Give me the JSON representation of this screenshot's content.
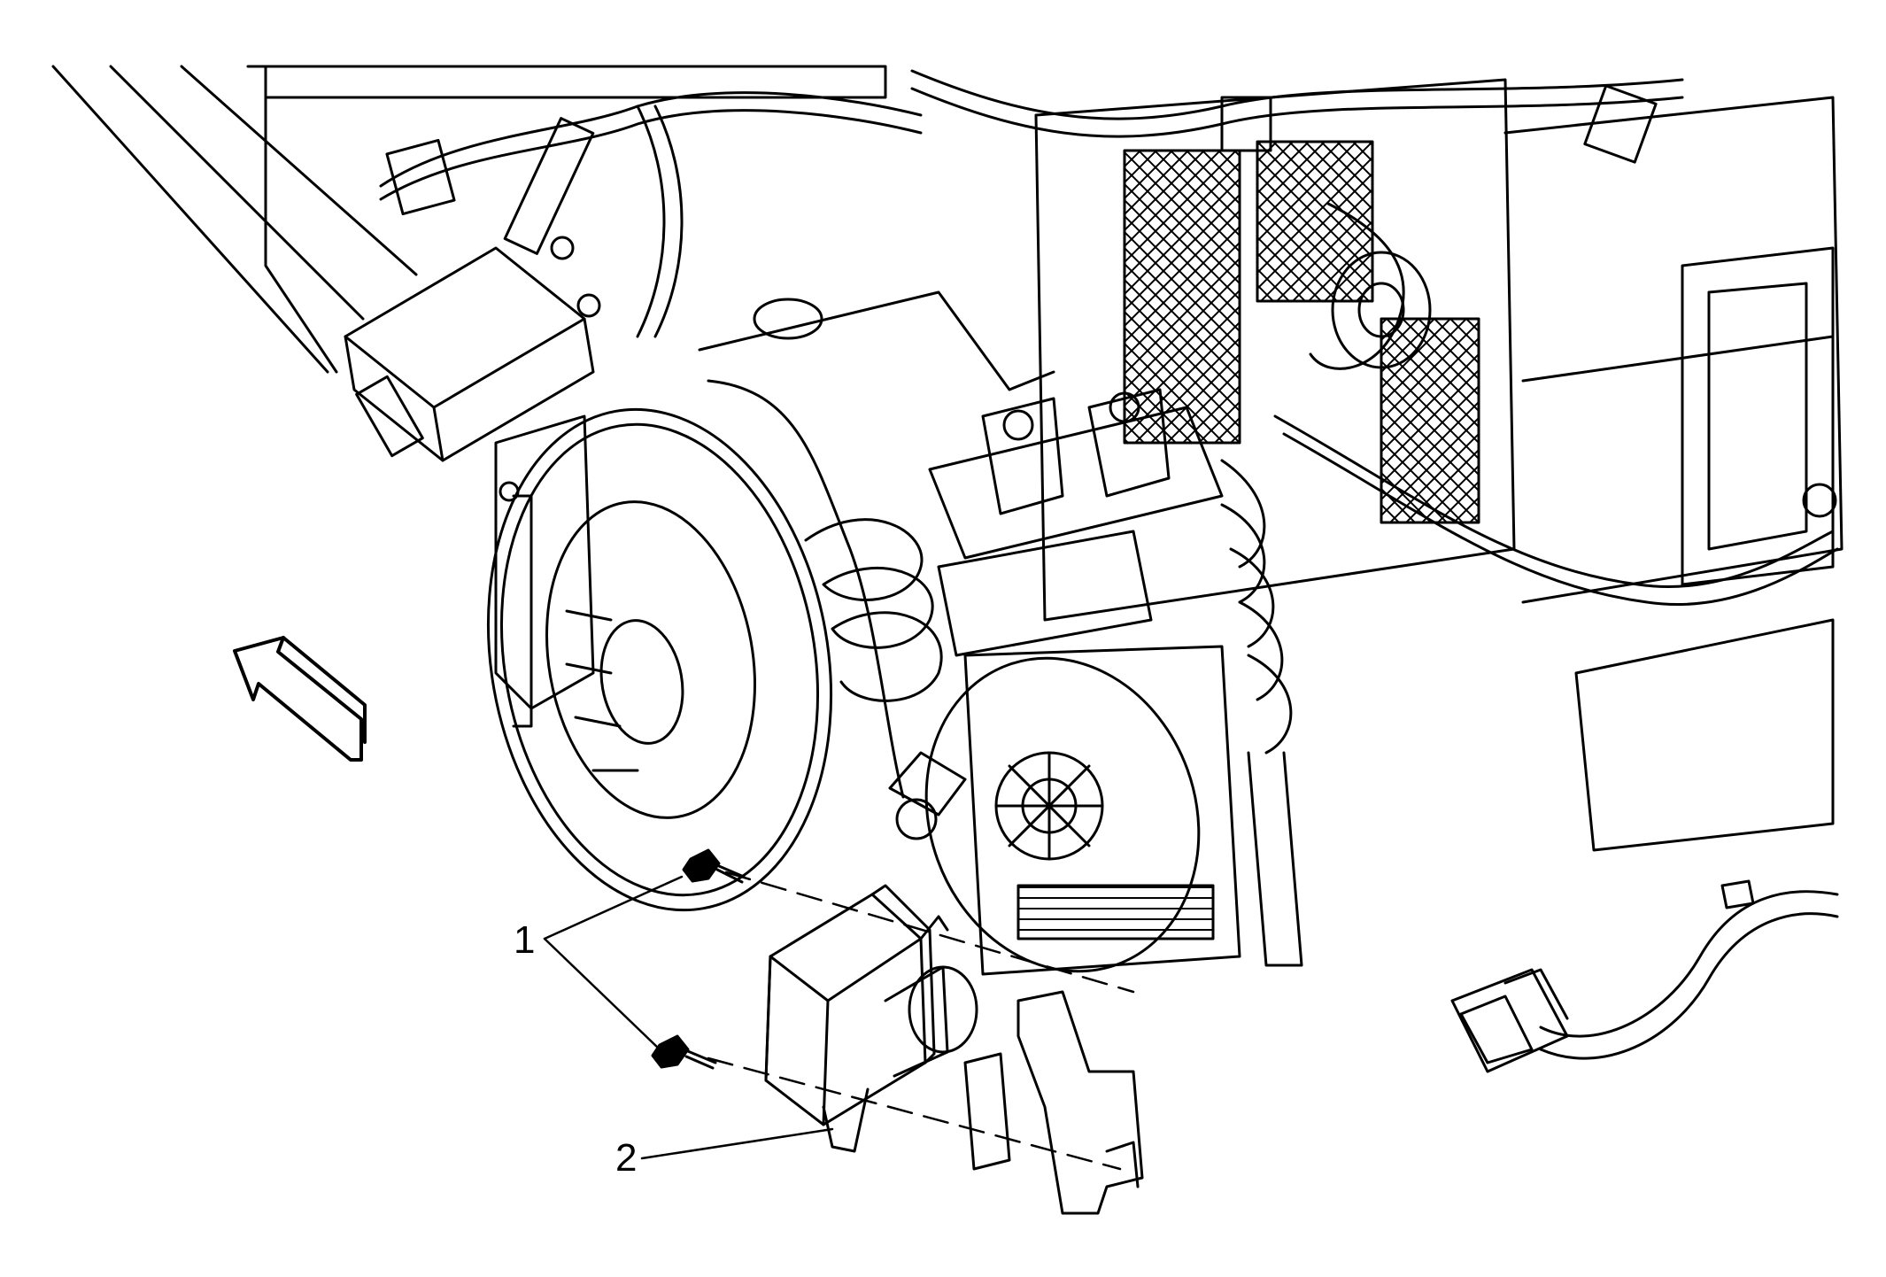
{
  "figure": {
    "callouts": [
      {
        "id": "1",
        "label": "1"
      },
      {
        "id": "2",
        "label": "2"
      }
    ],
    "colors": {
      "line": "#000000",
      "background": "#ffffff",
      "shade": "#cfcfcf"
    },
    "icons": [
      "direction-arrow-icon",
      "bolt-icon",
      "connector-icon"
    ]
  }
}
